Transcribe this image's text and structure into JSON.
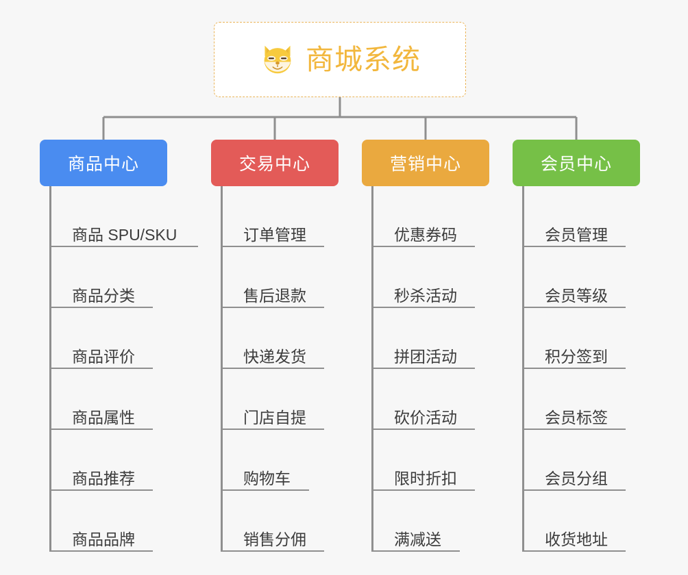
{
  "page": {
    "background_color": "#f7f7f7",
    "line_color": "#8f8f8f"
  },
  "root": {
    "title": "商城系统",
    "icon": "shiba-dog-face-icon",
    "border_color": "#eab356",
    "text_color": "#f2b73d",
    "background_color": "#ffffff"
  },
  "branches": [
    {
      "label": "商品中心",
      "color": "#4a8cf0",
      "items": [
        {
          "label": "商品 SPU/SKU",
          "width": "w-xl"
        },
        {
          "label": "商品分类",
          "width": "w-lg"
        },
        {
          "label": "商品评价",
          "width": "w-lg"
        },
        {
          "label": "商品属性",
          "width": "w-lg"
        },
        {
          "label": "商品推荐",
          "width": "w-lg"
        },
        {
          "label": "商品品牌",
          "width": "w-lg"
        }
      ]
    },
    {
      "label": "交易中心",
      "color": "#e35b58",
      "items": [
        {
          "label": "订单管理",
          "width": "w-lg"
        },
        {
          "label": "售后退款",
          "width": "w-lg"
        },
        {
          "label": "快递发货",
          "width": "w-lg"
        },
        {
          "label": "门店自提",
          "width": "w-lg"
        },
        {
          "label": "购物车",
          "width": "w-md"
        },
        {
          "label": "销售分佣",
          "width": "w-lg"
        }
      ]
    },
    {
      "label": "营销中心",
      "color": "#eaa93f",
      "items": [
        {
          "label": "优惠券码",
          "width": "w-lg"
        },
        {
          "label": "秒杀活动",
          "width": "w-lg"
        },
        {
          "label": "拼团活动",
          "width": "w-lg"
        },
        {
          "label": "砍价活动",
          "width": "w-lg"
        },
        {
          "label": "限时折扣",
          "width": "w-lg"
        },
        {
          "label": "满减送",
          "width": "w-md"
        }
      ]
    },
    {
      "label": "会员中心",
      "color": "#76c047",
      "items": [
        {
          "label": "会员管理",
          "width": "w-lg"
        },
        {
          "label": "会员等级",
          "width": "w-lg"
        },
        {
          "label": "积分签到",
          "width": "w-lg"
        },
        {
          "label": "会员标签",
          "width": "w-lg"
        },
        {
          "label": "会员分组",
          "width": "w-lg"
        },
        {
          "label": "收货地址",
          "width": "w-lg"
        }
      ]
    }
  ]
}
